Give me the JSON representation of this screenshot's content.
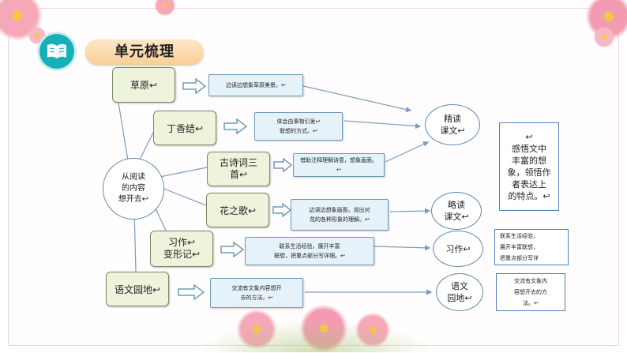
{
  "header": {
    "title": "单元梳理",
    "icon": "book-icon"
  },
  "center": {
    "label": "从阅读\n的内容\n想开去↩"
  },
  "lessons": [
    {
      "name": "草原↩",
      "desc": "边读边想象草原美景。↩"
    },
    {
      "name": "丁香结↩",
      "desc": "体会由事物引发↩\n联想的方式。↩"
    },
    {
      "name": "古诗词三\n首↩",
      "desc": "借助注释理解诗意，想象画面。↩"
    },
    {
      "name": "花之歌↩",
      "desc": "边读边想象画面，说出对\n花的各种形象的理解。↩"
    },
    {
      "name": "习作↩\n变形记↩",
      "desc": "联系生活经验，展开丰富\n联想，把重点部分写详细。↩"
    },
    {
      "name": "语文园地↩",
      "desc": "交流有文象内容想开\n去的方法。↩"
    }
  ],
  "categories": [
    {
      "label": "精读\n课文↩"
    },
    {
      "label": "略读\n课文↩"
    },
    {
      "label": "习作↩"
    },
    {
      "label": "语文\n园地↩"
    }
  ],
  "outcomes": [
    {
      "text": "↩\n感悟文中\n丰富的想\n象，领悟作\n者表达上\n的特点。↩"
    },
    {
      "text": "联系生活经验，\n展开丰富联想，\n把重点部分写详"
    },
    {
      "text": "交流有文象内\n容想开去的方\n法。↩"
    }
  ],
  "colors": {
    "lesson_fill": "#eef4dc",
    "desc_fill": "#e6f2f9",
    "line": "#7a9cc0",
    "accent_teal": "#17b0b8",
    "title_fill": "#f8cf96"
  }
}
